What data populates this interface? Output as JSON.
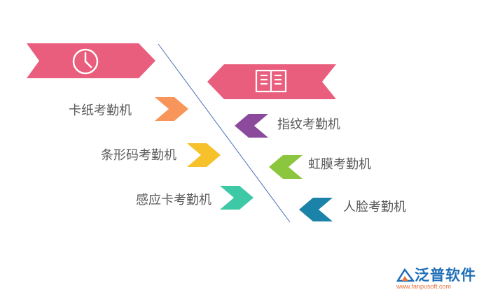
{
  "left_items": [
    {
      "label": "卡纸考勤机",
      "color": "#f7955a"
    },
    {
      "label": "条形码考勤机",
      "color": "#f7c12b"
    },
    {
      "label": "感应卡考勤机",
      "color": "#3ec9a6"
    }
  ],
  "right_items": [
    {
      "label": "指纹考勤机",
      "color": "#8b4a9c"
    },
    {
      "label": "虹膜考勤机",
      "color": "#8cc63f"
    },
    {
      "label": "人脸考勤机",
      "color": "#1b82a8"
    }
  ],
  "banners": {
    "left_icon": "clock-icon",
    "right_icon": "book-icon",
    "color": "#e95d7d"
  },
  "watermark": {
    "name": "泛普软件",
    "url": "www.fanpusoft.com"
  }
}
